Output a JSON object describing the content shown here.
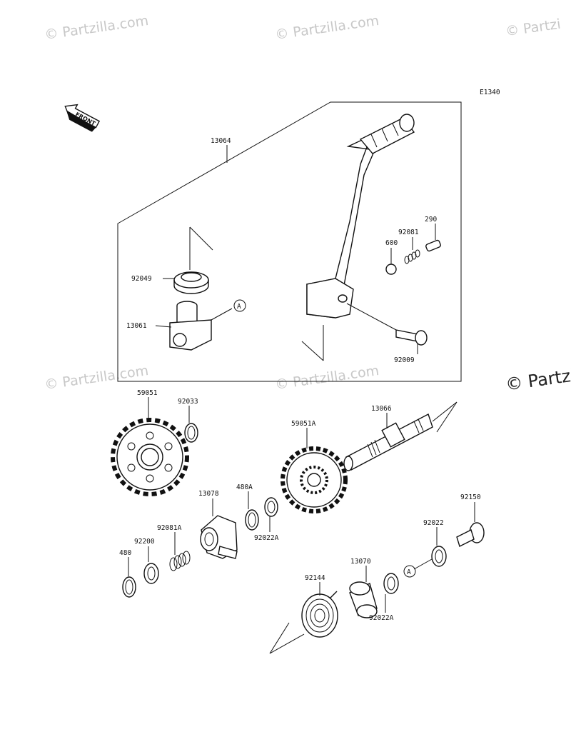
{
  "diagram_code": "E1340",
  "front_label": "FRONT",
  "watermarks": [
    "© Partzilla.com",
    "© Partzilla.com",
    "© Partzi",
    "© Partzilla.com",
    "© Partzilla.com",
    "© Partzi"
  ],
  "parts": {
    "p13064": "13064",
    "p92049": "92049",
    "p13061": "13061",
    "refA1": "A",
    "p600": "600",
    "p92081": "92081",
    "p290": "290",
    "p92009": "92009",
    "p59051": "59051",
    "p92033": "92033",
    "p59051A": "59051A",
    "p13066": "13066",
    "p13078": "13078",
    "p480A": "480A",
    "p92022A1": "92022A",
    "p92081A": "92081A",
    "p92200": "92200",
    "p480": "480",
    "p92150": "92150",
    "p92022": "92022",
    "refA2": "A",
    "p13070": "13070",
    "p92144": "92144",
    "p92022A2": "92022A"
  },
  "colors": {
    "line": "#111111",
    "watermark": "#c8c8c8",
    "background": "#ffffff"
  }
}
